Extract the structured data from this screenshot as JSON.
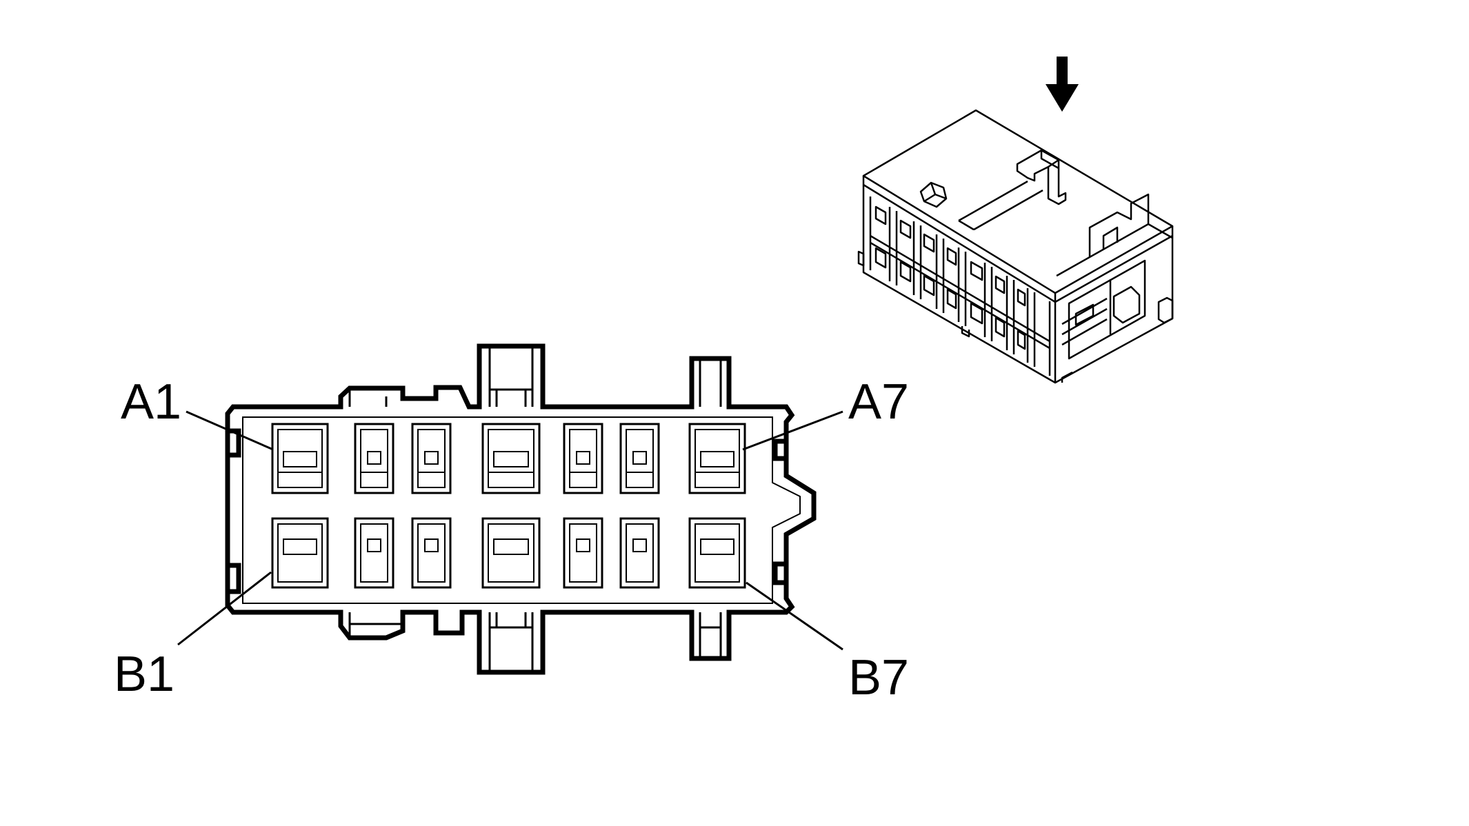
{
  "diagram": {
    "colors": {
      "stroke": "#000000",
      "background": "#ffffff"
    },
    "labels": {
      "a1": "A1",
      "a7": "A7",
      "b1": "B1",
      "b7": "B7"
    },
    "view_indicator": "arrow-down-icon"
  }
}
